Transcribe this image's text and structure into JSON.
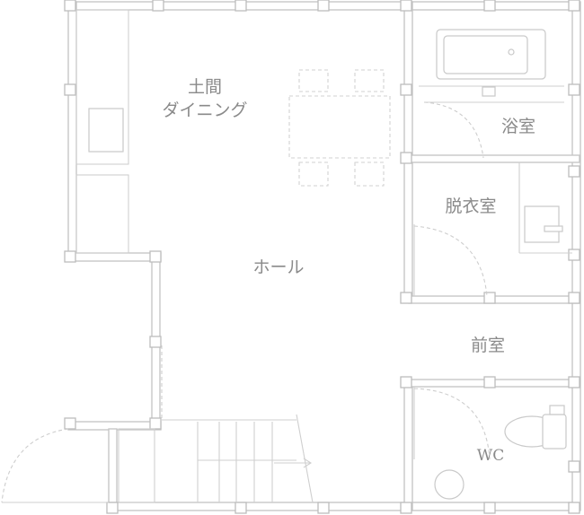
{
  "rooms": {
    "doma_line1": "土間",
    "doma_line2": "ダイニング",
    "bath": "浴室",
    "dressing": "脱衣室",
    "hall": "ホール",
    "front_room": "前室",
    "wc": "WC"
  },
  "colors": {
    "wall_line": "#c4c4c4",
    "label": "#8a8a8a",
    "background": "#ffffff"
  }
}
